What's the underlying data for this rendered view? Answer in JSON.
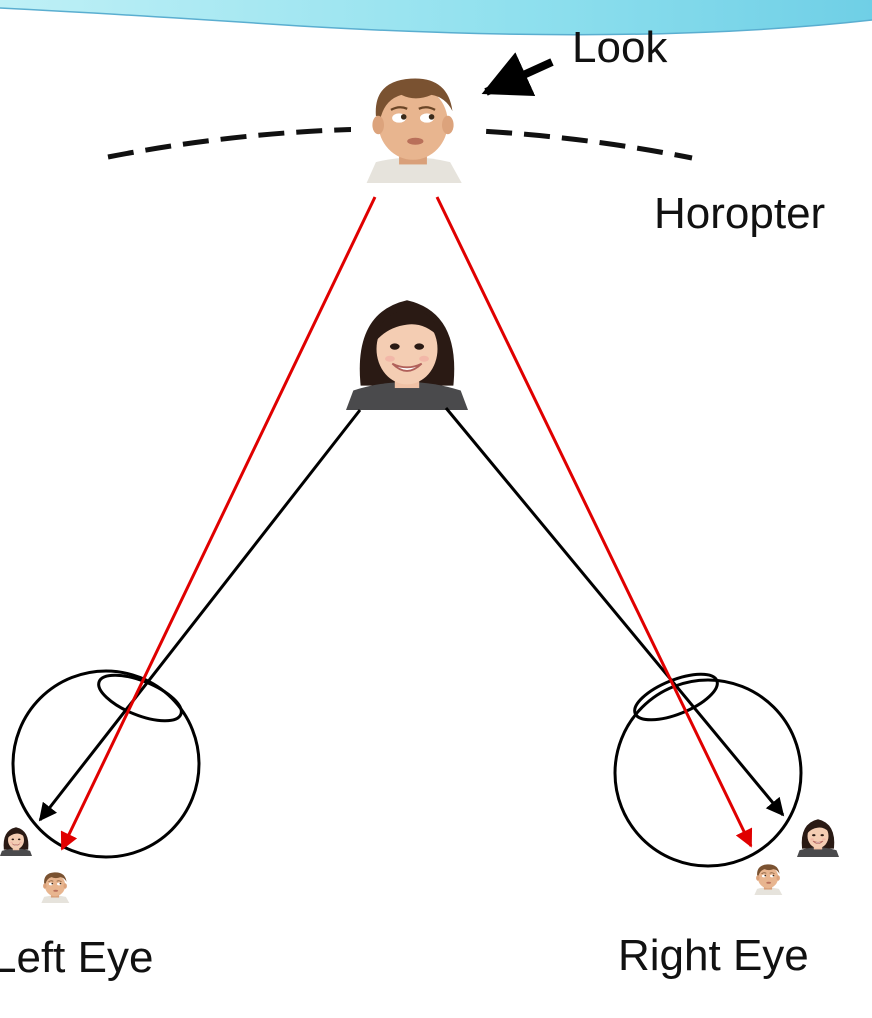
{
  "labels": {
    "look": "Look",
    "horopter": "Horopter",
    "left_eye": "Left Eye",
    "right_eye": "Right Eye"
  },
  "colors": {
    "far_ray": "#e00000",
    "near_ray": "#000000",
    "header_band": "#8fe0ee",
    "horopter_line": "#111111"
  },
  "icons": {
    "far_face": "boy-face-icon",
    "near_face": "girl-face-icon"
  }
}
